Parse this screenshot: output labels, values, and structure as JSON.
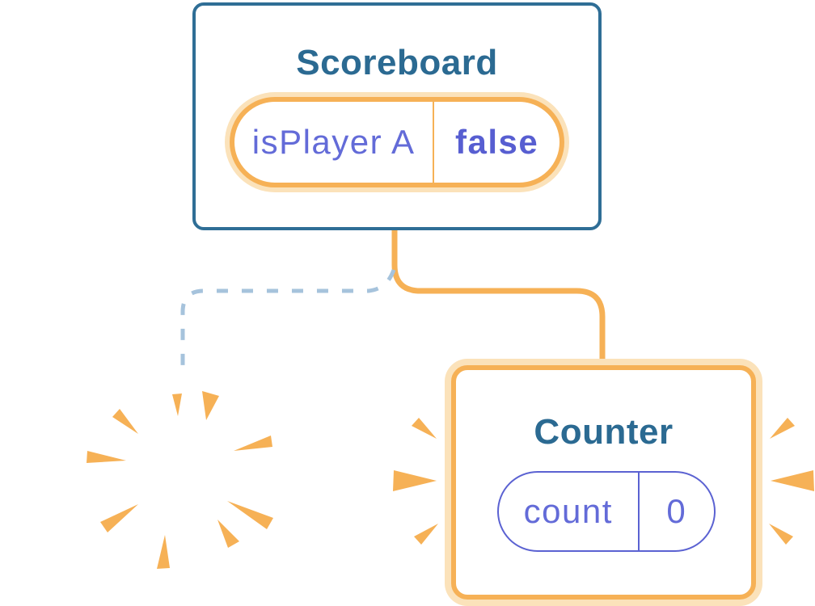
{
  "scoreboard_card": {
    "title": "Scoreboard",
    "state_pill": {
      "label": "isPlayer A",
      "value": "false"
    }
  },
  "counter_card": {
    "title": "Counter",
    "state_pill": {
      "label": "count",
      "value": "0"
    }
  },
  "icons": {
    "sparkles": "sparkles-icon",
    "poof": "poof-burst-icon",
    "emphasis_left": "emphasis-rays-left-icon",
    "emphasis_right": "emphasis-rays-right-icon"
  },
  "colors": {
    "orange": "#F6B156",
    "orange_halo": "#FBE2BA",
    "card_border_blue": "#2F6E96",
    "title_blue": "#2B6A92",
    "state_indigo": "#636BD8",
    "state_indigo_bold": "#575ED1",
    "pill_border_indigo": "#5B62D2",
    "dashed_line_blue": "#A6C3DC",
    "background": "#FFFFFF"
  }
}
